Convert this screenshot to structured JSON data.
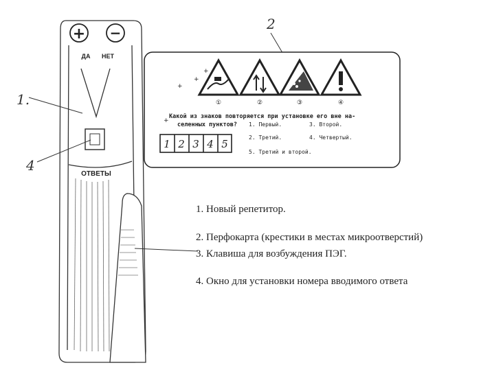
{
  "callouts": {
    "one": "1.",
    "two": "2",
    "four": "4"
  },
  "device": {
    "plus_symbol": "+",
    "minus_symbol": "−",
    "yes_label": "ДА",
    "no_label": "НЕТ",
    "answers_label": "ОТВЕТЫ"
  },
  "card": {
    "marks": [
      "+",
      "+",
      "+",
      "+"
    ],
    "signs": [
      {
        "icon": "slippery-road-sign-icon",
        "number": "①"
      },
      {
        "icon": "two-way-traffic-sign-icon",
        "number": "②"
      },
      {
        "icon": "falling-rocks-sign-icon",
        "number": "③"
      },
      {
        "icon": "other-danger-sign-icon",
        "number": "④"
      }
    ],
    "question_line1": "Какой из знаков повторяется при установке его вне на-",
    "question_line2": "селенных пунктов?",
    "answer_digits": [
      "1",
      "2",
      "3",
      "4",
      "5"
    ],
    "options": [
      "1. Первый.",
      "3. Второй.",
      "2. Третий.",
      "4. Четвертый.",
      "5. Третий и второй."
    ]
  },
  "legend": [
    "1. Новый репетитор.",
    "2. Перфокарта (крестики в местах микроотверстий)",
    "3. Клавиша для возбуждения  ПЭГ.",
    "4. Окно для установки номера вводимого ответа"
  ]
}
